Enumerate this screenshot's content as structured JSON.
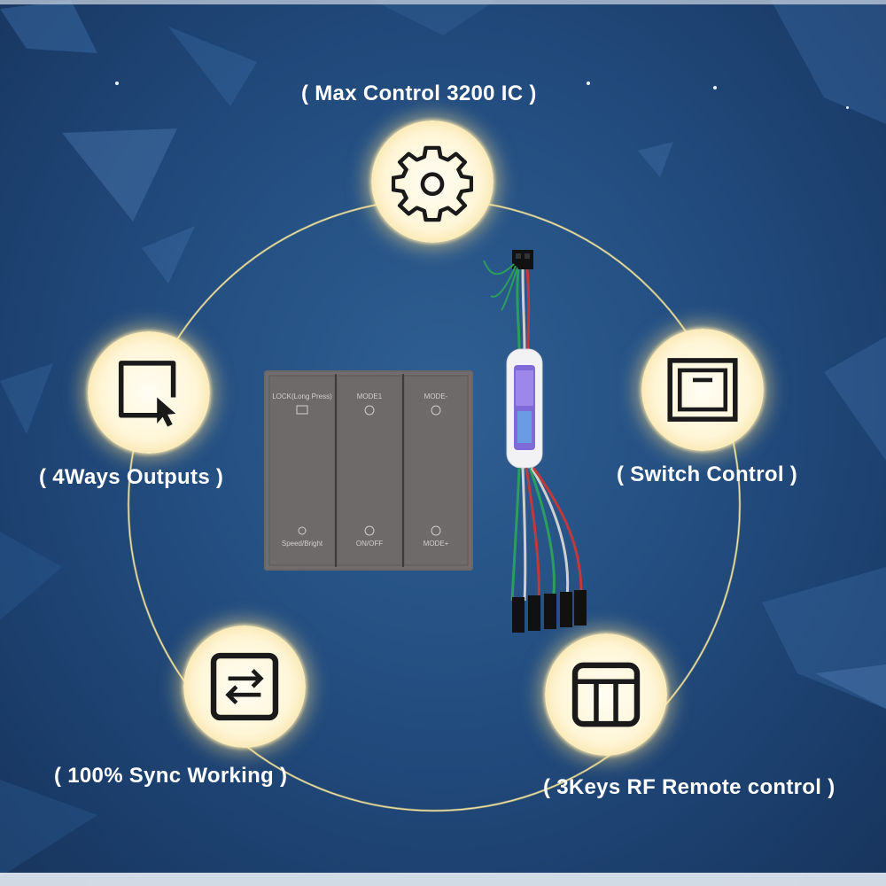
{
  "features": [
    {
      "id": "max-control",
      "label": "( Max Control 3200 IC )",
      "icon": "gear-icon"
    },
    {
      "id": "four-ways",
      "label": "( 4Ways Outputs )",
      "icon": "cursor-box-icon"
    },
    {
      "id": "switch-control",
      "label": "( Switch Control  )",
      "icon": "switch-panel-icon"
    },
    {
      "id": "sync-working",
      "label": "( 100% Sync Working  )",
      "icon": "sync-arrows-icon"
    },
    {
      "id": "rf-remote",
      "label": "( 3Keys RF Remote control )",
      "icon": "three-keys-icon"
    }
  ],
  "panel": {
    "keys": [
      {
        "top": "LOCK(Long Press)",
        "bottom": "Speed/Bright"
      },
      {
        "top": "MODE1",
        "bottom": "ON/OFF"
      },
      {
        "top": "MODE-",
        "bottom": "MODE+"
      }
    ]
  },
  "colors": {
    "background": "#244f82",
    "ring": "#ffe27a",
    "bubble": "#fff6d8",
    "icon_stroke": "#1a1a1a",
    "panel": "#6b6766"
  }
}
